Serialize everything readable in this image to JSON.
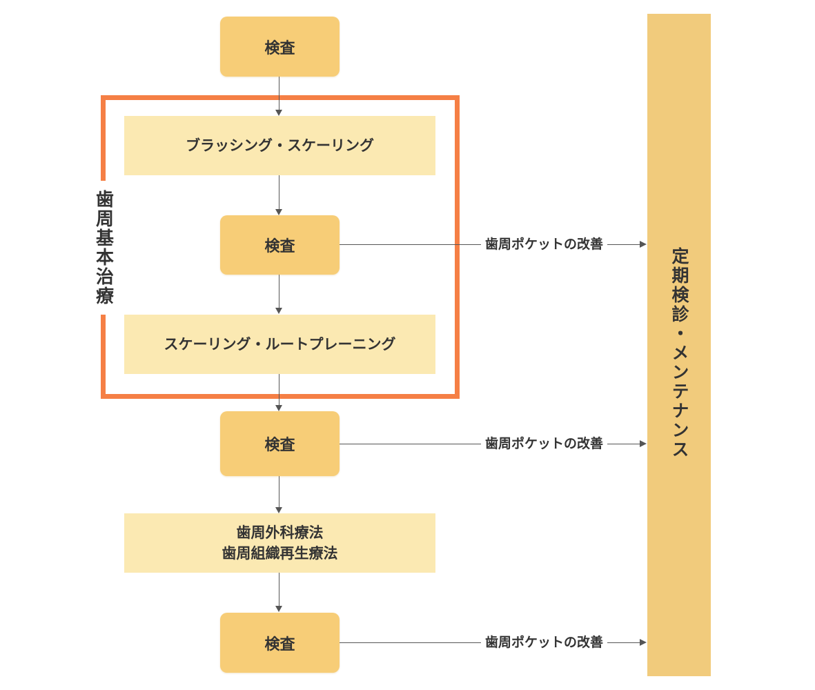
{
  "exam_label": "検査",
  "process_brushing": "ブラッシング・スケーリング",
  "process_root_planing": "スケーリング・ルートプレーニング",
  "process_surgery_line1": "歯周外科療法",
  "process_surgery_line2": "歯周組織再生療法",
  "frame_label": "歯周基本治療",
  "maintenance_label": "定期検診・メンテナンス",
  "pocket_improvement_label": "歯周ポケットの改善",
  "colors": {
    "exam_box": "#f7cd77",
    "process_box": "#fbe9b2",
    "frame_border": "#f57f45",
    "maintenance_bar": "#f1cb7c",
    "line": "#555555"
  }
}
